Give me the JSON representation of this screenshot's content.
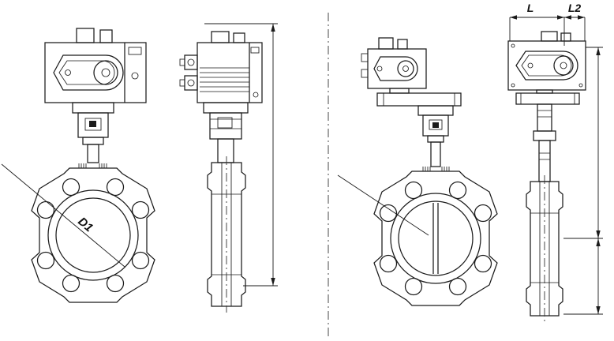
{
  "colors": {
    "background": "#ffffff",
    "ink": "#1b1b1b"
  },
  "labels": {
    "dim_l": "L",
    "dim_l2": "L2",
    "dim_d1": "D1"
  }
}
